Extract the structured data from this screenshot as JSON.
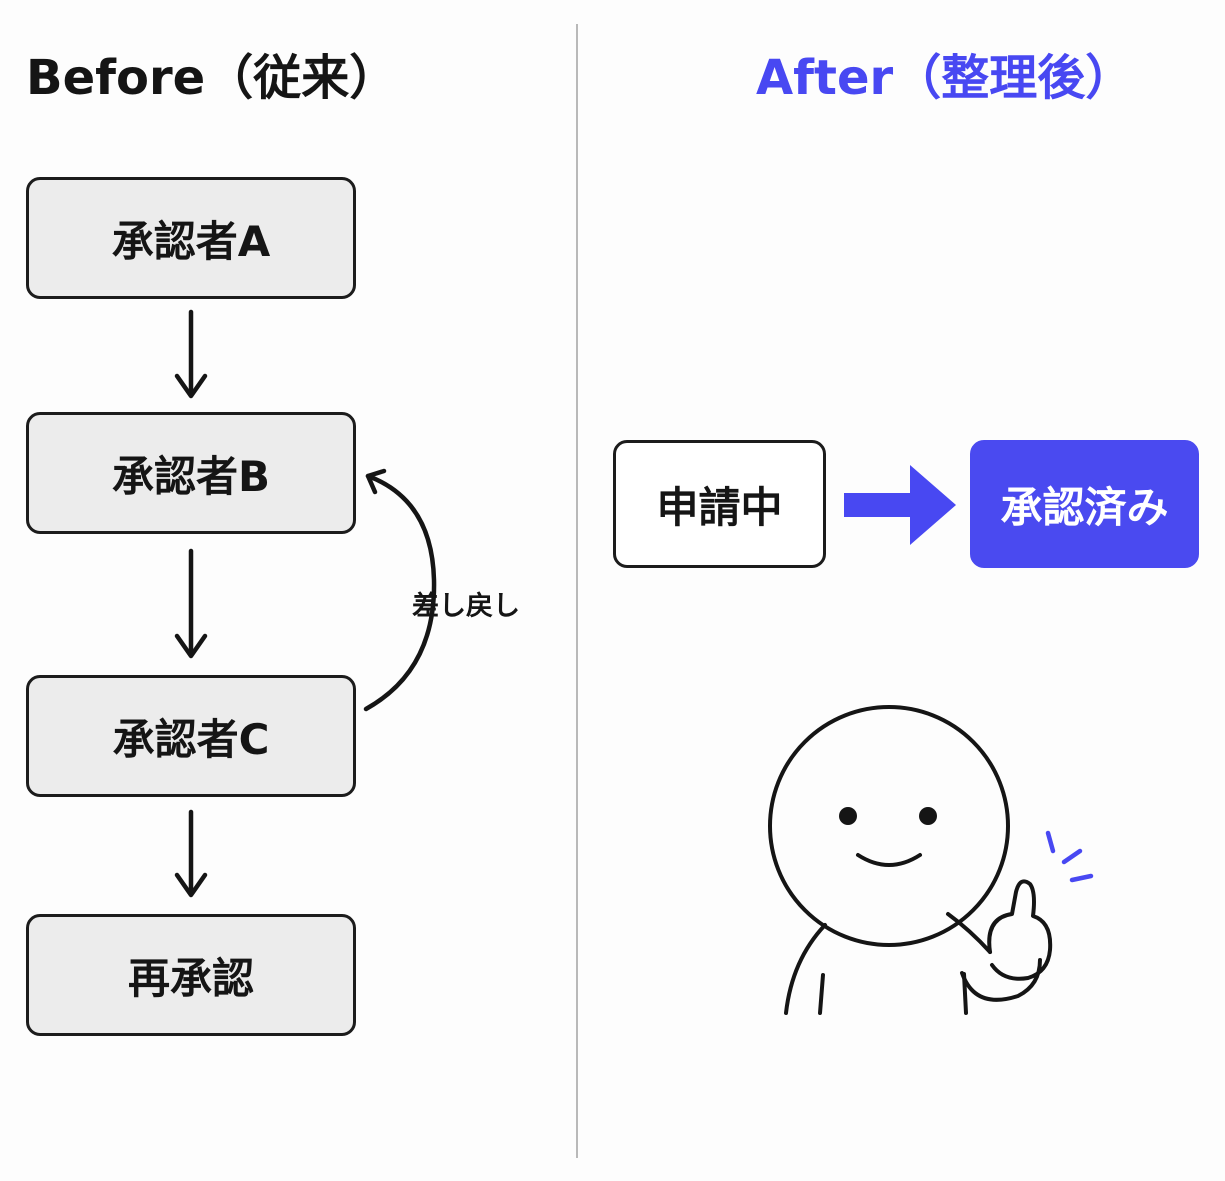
{
  "before": {
    "title": "Before（従来）",
    "steps": [
      "承認者A",
      "承認者B",
      "承認者C",
      "再承認"
    ],
    "return_label": "差し戻し"
  },
  "after": {
    "title": "After（整理後）",
    "from_state": "申請中",
    "to_state": "承認済み"
  },
  "colors": {
    "accent": "#4848f2",
    "box_fill": "#ececec",
    "stroke": "#1c1c1c",
    "divider": "#b9b9b9"
  },
  "icons": {
    "arrow_after": "thick-right-arrow",
    "mascot": "smiling-thumbs-up-figure"
  }
}
